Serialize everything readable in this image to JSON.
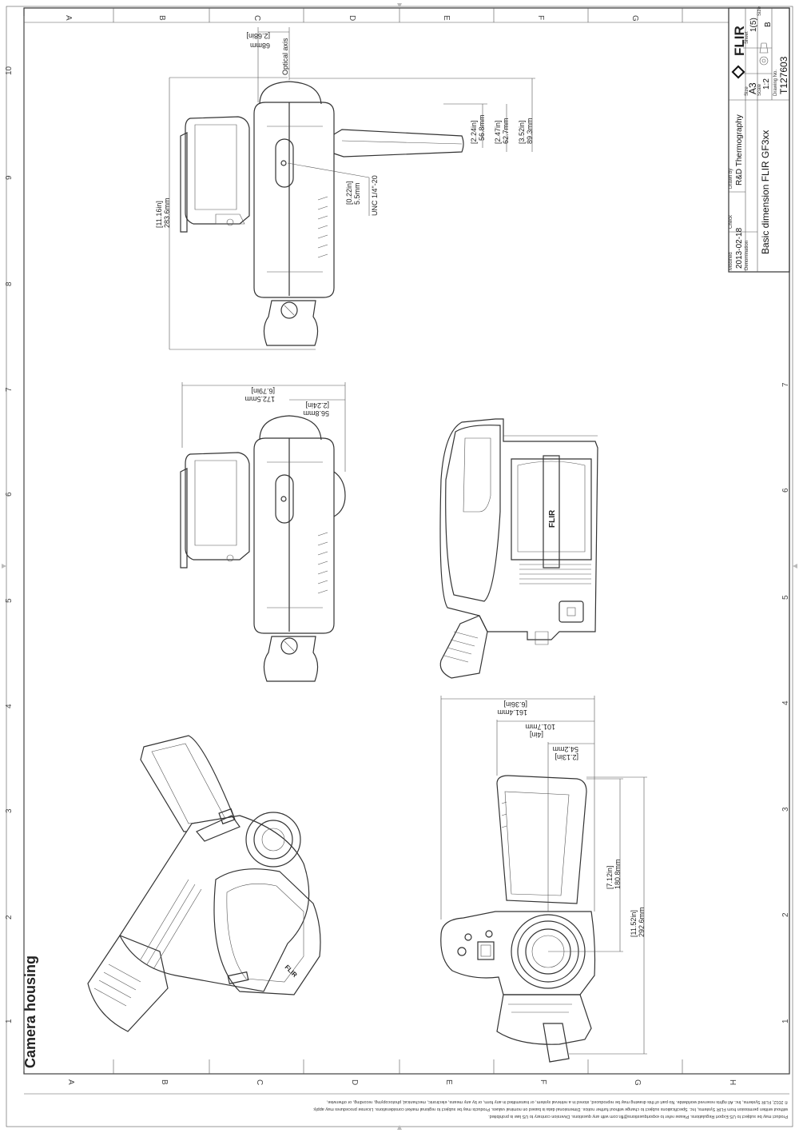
{
  "sheet": {
    "section_title": "Camera housing",
    "zone_letters": [
      "A",
      "B",
      "C",
      "D",
      "E",
      "F",
      "G",
      "H"
    ],
    "zone_numbers": [
      "1",
      "2",
      "3",
      "4",
      "5",
      "6",
      "7",
      "8",
      "9",
      "10"
    ]
  },
  "title_block": {
    "brand": "FLIR",
    "size_label": "Size",
    "size_value": "A3",
    "sheet_label": "Sheet",
    "sheet_value": "1(5)",
    "scale_label": "Scale",
    "scale_value": "1:2",
    "rev_label": "Size",
    "rev_value": "B",
    "drawing_no_label": "Drawing No.",
    "drawing_no_value": "T127603",
    "drawn_by_label": "Drawn by",
    "drawn_by_value": "R&D Thermography",
    "check_label": "Check",
    "modified_label": "Modified",
    "modified_value": "2013-02-18",
    "denomination_label": "Denomination",
    "denomination_value": "Basic dimension FLIR GF3xx"
  },
  "dimensions": {
    "optical_axis_label": "Optical axis",
    "optical_axis_in": "[2.68in]",
    "optical_axis_mm": "68mm",
    "top_height_in": "[11.16in]",
    "top_height_mm": "283.6mm",
    "a_in": "[2.24in]",
    "a_mm": "56.8mm",
    "b_in": "[2.47in]",
    "b_mm": "62.7mm",
    "c_in": "[3.52in]",
    "c_mm": "89.3mm",
    "tripod_in": "[0.22in]",
    "tripod_mm": "5.5mm",
    "tripod_thread": "UNC 1/4\"-20",
    "mid_width_in": "[6.79in]",
    "mid_width_mm": "172.5mm",
    "mid_a_in": "[2.24in]",
    "mid_a_mm": "56.8mm",
    "front_w1_in": "[6.36in]",
    "front_w1_mm": "161.4mm",
    "front_w2_in": "[4in]",
    "front_w2_mm": "101.7mm",
    "front_w3_in": "[2.13in]",
    "front_w3_mm": "54.2mm",
    "front_h1_in": "[7.12in]",
    "front_h1_mm": "180.8mm",
    "front_h2_in": "[11.52in]",
    "front_h2_mm": "292.6mm"
  },
  "footer": {
    "line1": "© 2012, FLIR Systems, Inc. All rights reserved worldwide. No part of this drawing may be reproduced, stored in a retrieval system, or transmitted in any form, or by any means, electronic, mechanical, photocopying, recording, or otherwise,",
    "line2": "without written permission from FLIR Systems, Inc. Specifications subject to change without further notice. Dimensional data is based on nominal values. Products may be subject to regional market considerations. License procedures may apply.",
    "line3": "Product may be subject to US Export Regulations. Please refer to exportquestions@flir.com with any questions. Diversion contrary to US law is prohibited."
  },
  "colors": {
    "line": "#333333",
    "paper": "#ffffff"
  }
}
